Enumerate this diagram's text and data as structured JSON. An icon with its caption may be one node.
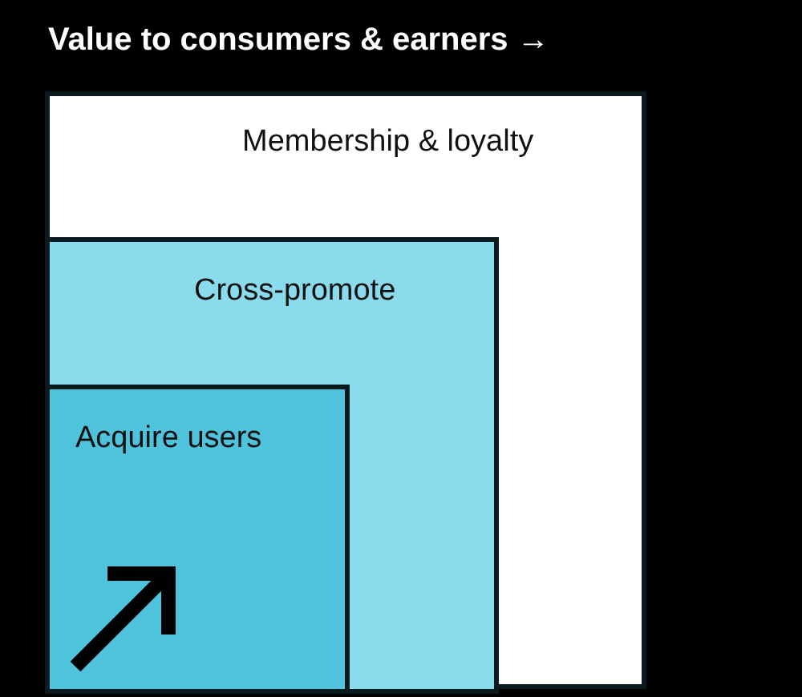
{
  "diagram": {
    "nodes": [
      {
        "text": [
          "Membership & loyalty"
        ]
      },
      {
        "text": [
          "Cross-promote"
        ],
        "in": 0
      },
      {
        "text": [
          "Acquire users"
        ],
        "in": 1
      }
    ],
    "edges": [],
    "labels": [
      "Value to consumers & earners →"
    ]
  }
}
